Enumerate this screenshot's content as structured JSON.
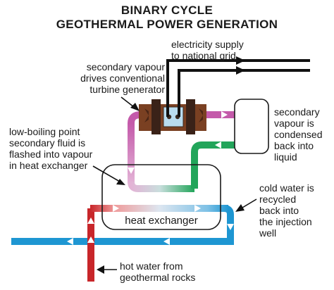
{
  "title": {
    "line1": "BINARY CYCLE",
    "line2": "GEOTHERMAL POWER GENERATION"
  },
  "labels": {
    "electricity": [
      "electricity supply",
      "to national grid"
    ],
    "turbine": [
      "secondary vapour",
      "drives conventional",
      "turbine generator"
    ],
    "flash": [
      "low-boiling point",
      "secondary fluid is",
      "flashed into vapour",
      "in heat exchanger"
    ],
    "condensed": [
      "secondary",
      "vapour is",
      "condensed",
      "back into",
      "liquid"
    ],
    "recycled": [
      "cold water is",
      "recycled",
      "back into",
      "the injection",
      "well"
    ],
    "hot_water": [
      "hot water from",
      "geothermal rocks"
    ],
    "heat_exchanger": "heat exchanger"
  },
  "colors": {
    "hot_water": "#c8262a",
    "cold_water": "#1e96d2",
    "vapour": "#c45aaa",
    "condensate": "#22a55a",
    "generator": "#7a4022",
    "power_line": "#111111",
    "outline": "#1a1a1a"
  },
  "icons": {
    "arrow": "white-triangle-arrow",
    "pointer": "black-arrowhead"
  }
}
